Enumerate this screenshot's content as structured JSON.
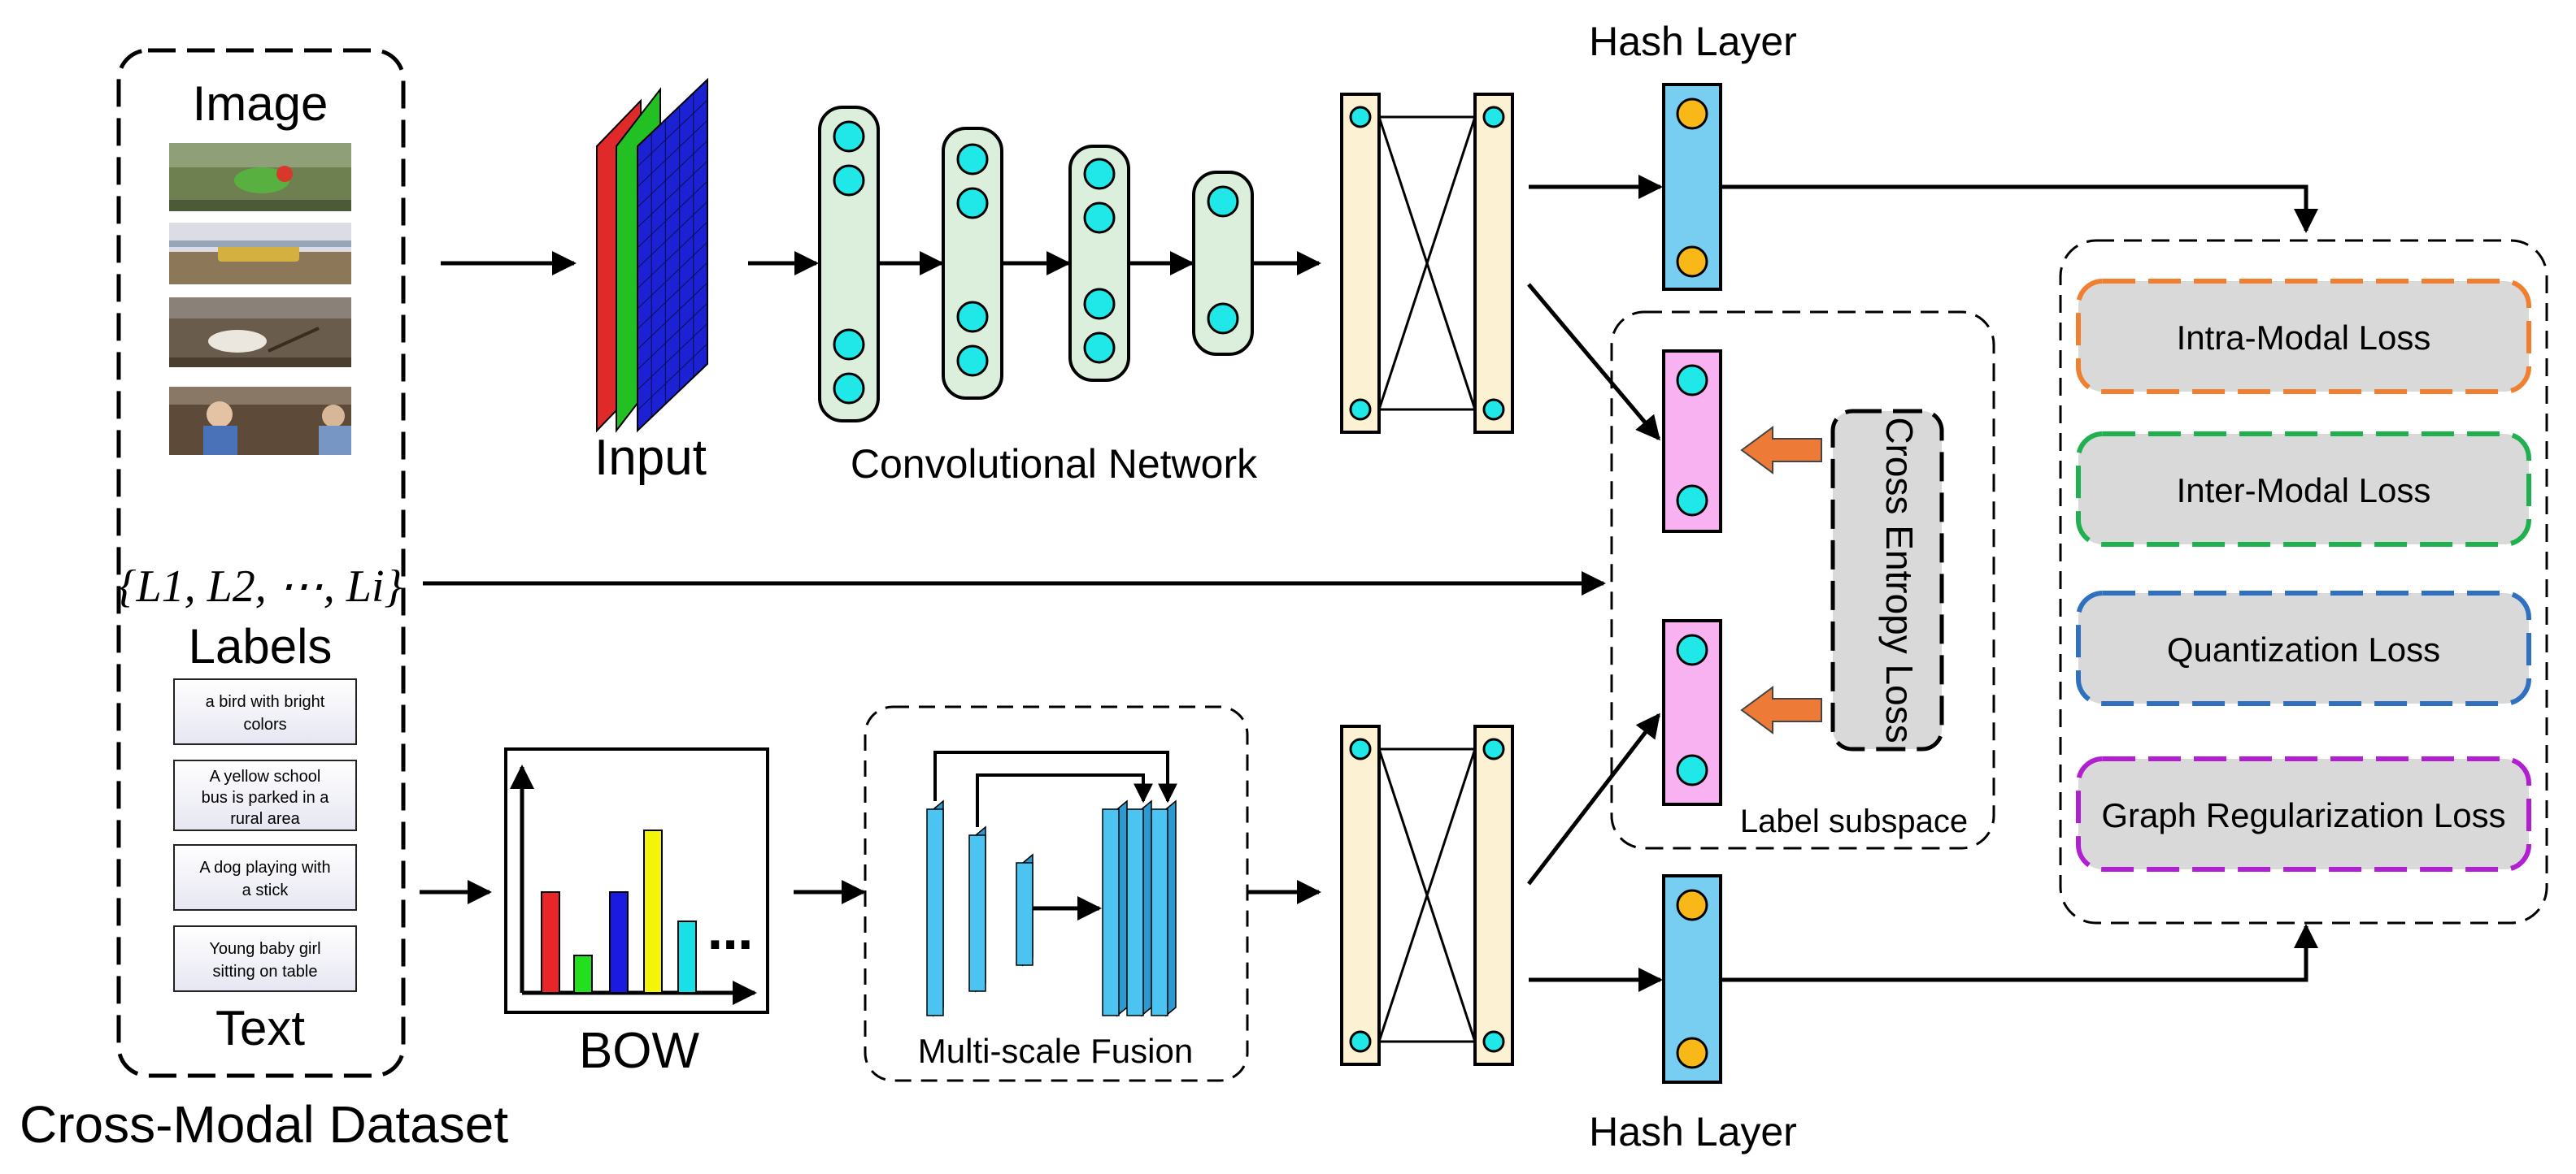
{
  "dataset": {
    "title": "Cross-Modal Dataset",
    "image_label": "Image",
    "labels_set": "{L1, L2, ⋯, Li}",
    "labels_label": "Labels",
    "text_label": "Text",
    "thumbnails": [
      "bird",
      "bus",
      "dog",
      "baby"
    ],
    "captions": [
      [
        "a bird with bright",
        "colors"
      ],
      [
        "A yellow school",
        "bus is parked in a",
        "rural area"
      ],
      [
        "A dog playing with",
        "a stick"
      ],
      [
        "Young baby girl",
        "sitting on table"
      ]
    ]
  },
  "image_branch": {
    "input_label": "Input",
    "conv_label": "Convolutional Network",
    "hash_label": "Hash Layer"
  },
  "text_branch": {
    "bow_label": "BOW",
    "bow_ellipsis": "⋯",
    "fusion_label": "Multi-scale Fusion",
    "hash_label": "Hash Layer",
    "bow_bar_colors": [
      "#e8262a",
      "#22e01e",
      "#1a1ae0",
      "#f4f40a",
      "#18e0e6"
    ]
  },
  "label_subspace": {
    "label": "Label subspace",
    "cross_entropy": "Cross Entropy Loss"
  },
  "losses": [
    {
      "label": "Intra-Modal Loss",
      "color": "#f08030"
    },
    {
      "label": "Inter-Modal Loss",
      "color": "#20b050"
    },
    {
      "label": "Quantization Loss",
      "color": "#3070c0"
    },
    {
      "label": "Graph Regularization Loss",
      "color": "#b020d0"
    }
  ],
  "colors": {
    "node": "#20e8e8",
    "hash_node": "#f8b818",
    "hash_fill": "#78cef0",
    "conv_fill": "#dcefdc",
    "fc_fill": "#fdf1d4",
    "label_fill": "#f8b2f2",
    "arrow_orange": "#ee7a38",
    "loss_fill": "#d9d9d9",
    "fusion_bar": "#4cc4f2"
  }
}
